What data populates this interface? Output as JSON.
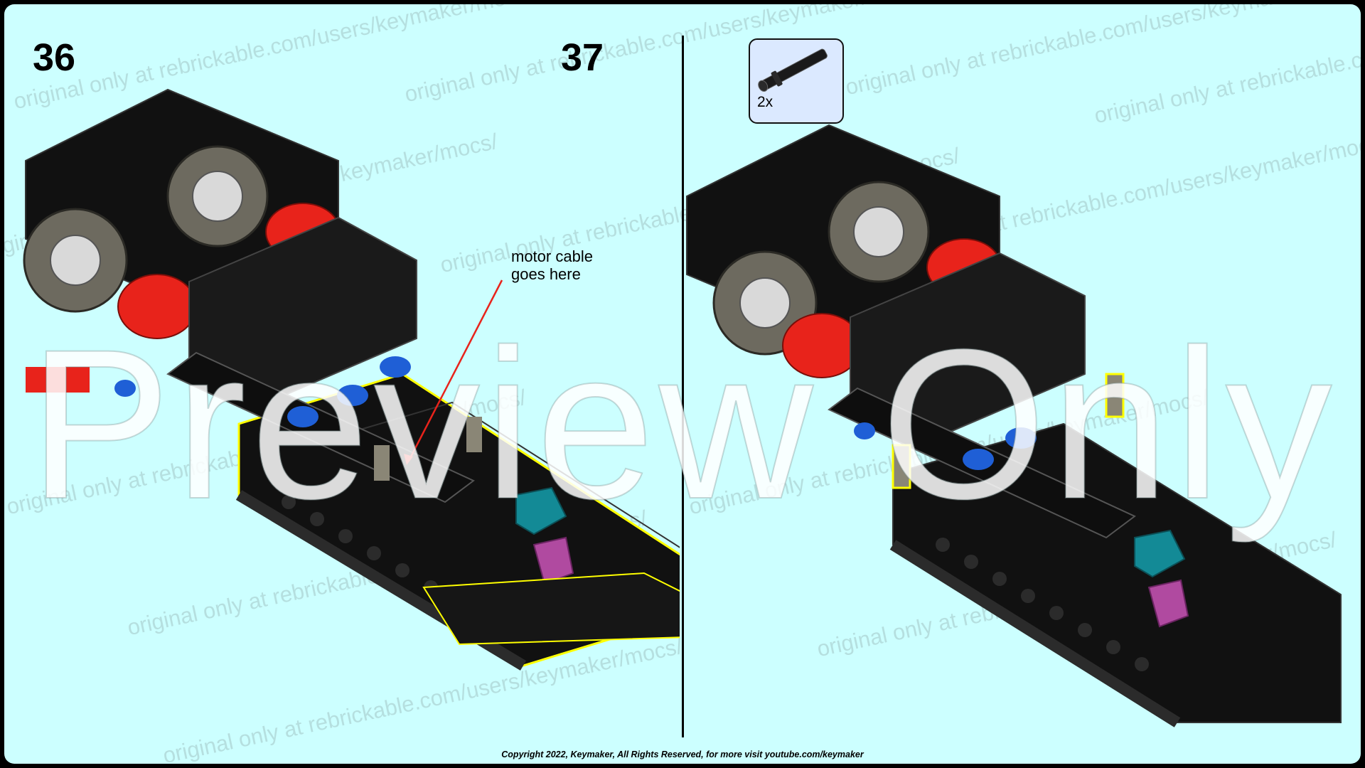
{
  "steps": [
    {
      "number": "36",
      "callout": {
        "text": "motor cable\ngoes here"
      }
    },
    {
      "number": "37",
      "parts": [
        {
          "part_icon": "technic-axle-pin-icon",
          "quantity": "2x"
        }
      ]
    }
  ],
  "watermarks": {
    "overlay_text": "Preview Only",
    "repeated_text": [
      "original only at rebrickable.com/users/keymaker/mocs/",
      "original only at rebrickable.com/users/keymaker/mocs/",
      "original only at rebrickable.com/users/keymaker/mocs/",
      "original only at rebrickable.com/users/keymaker/mocs/",
      "original only at rebrickable.com/users/keymaker/mocs/",
      "original only at rebrickable.com/users/keymaker/mocs/",
      "original only at rebrickable.com/users/keymaker/mocs/",
      "original only at rebrickable.com/users/keymaker/mocs/",
      "original only at rebrickable.com/users/keymaker/mocs/",
      "original only at rebrickable.com/users/keymaker/mocs/",
      "original only at rebrickable.com/users/keymaker/mocs/",
      "original only at rebrickable.com/users/keymaker/mocs/"
    ]
  },
  "footer": {
    "copyright": "Copyright 2022, Keymaker, All Rights Reserved, for more visit youtube.com/keymaker"
  },
  "colors": {
    "background": "#ccffff",
    "frame": "#000000",
    "beam": "#111111",
    "gear_gray": "#6d6a5f",
    "red": "#e8231b",
    "blue": "#1f5fd6",
    "teal": "#138a96",
    "magenta": "#b04aa0",
    "highlight": "#ffff00",
    "parts_box": "#dbe9ff"
  }
}
